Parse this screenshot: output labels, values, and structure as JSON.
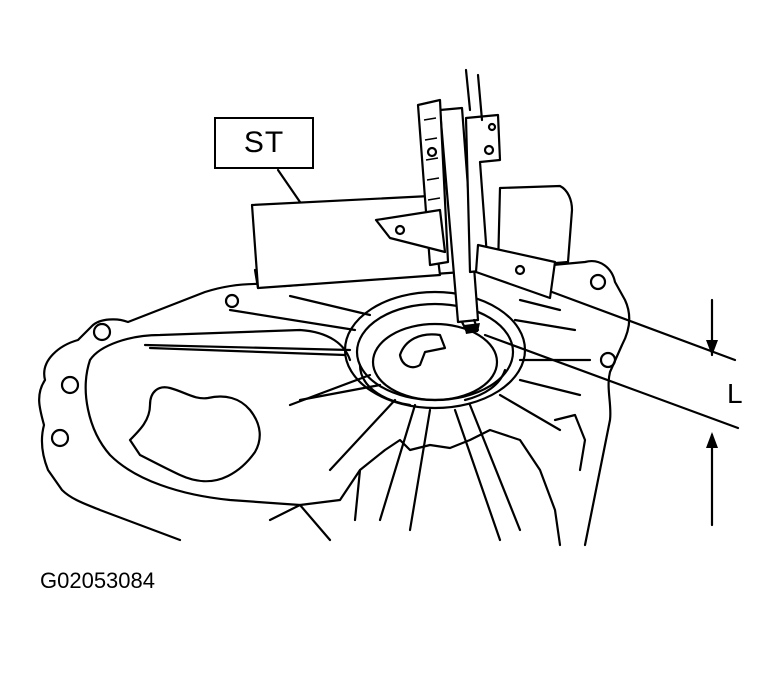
{
  "diagram": {
    "tool_label": "ST",
    "dimension_label": "L",
    "figure_code": "G02053084",
    "icons": {
      "housing": "transmission-case-drawing",
      "tool": "depth-gauge-drawing"
    }
  }
}
